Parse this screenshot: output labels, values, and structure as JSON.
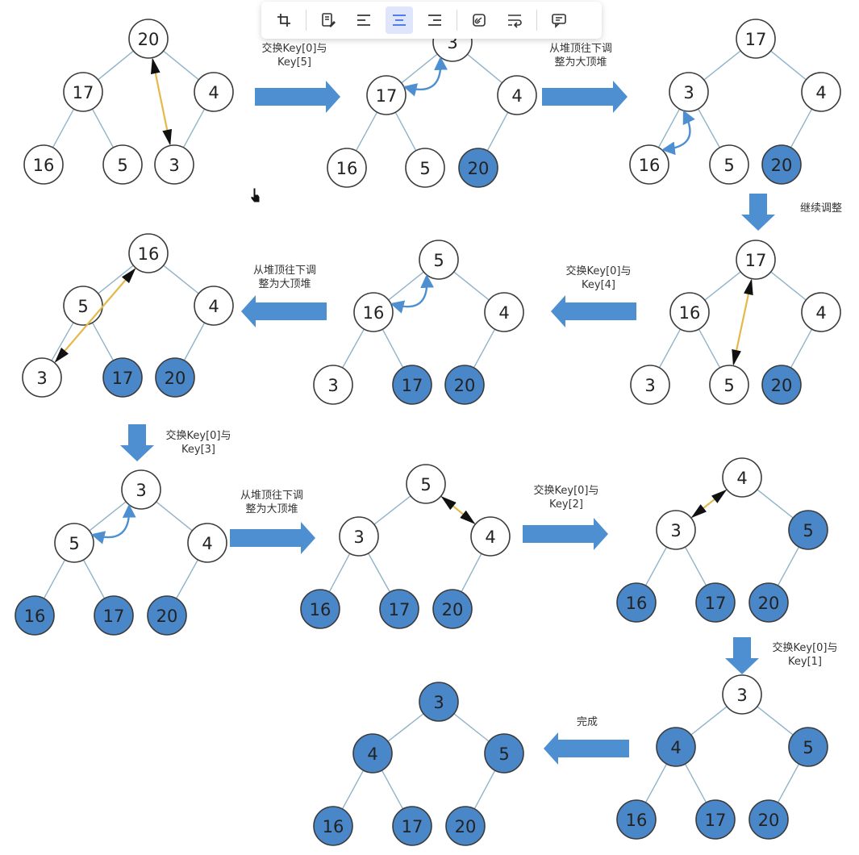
{
  "colors": {
    "node_fill": "#ffffff",
    "node_done": "#4a87c9",
    "arrow": "#4d8fd1",
    "edge": "#8fb3c9",
    "swap": "#e4b94a",
    "curve": "#4d8fd1"
  },
  "toolbar": {
    "buttons": [
      {
        "name": "crop-icon",
        "active": false
      },
      {
        "name": "edit-note-icon",
        "active": false
      },
      {
        "name": "align-left-icon",
        "active": false
      },
      {
        "name": "align-center-icon",
        "active": true
      },
      {
        "name": "align-right-icon",
        "active": false
      },
      {
        "name": "link-icon",
        "active": false
      },
      {
        "name": "text-wrap-icon",
        "active": false
      },
      {
        "name": "comment-icon",
        "active": false
      }
    ]
  },
  "trees": [
    {
      "values": [
        "20",
        "17",
        "4",
        "16",
        "5",
        "3"
      ],
      "done": [
        false,
        false,
        false,
        false,
        false,
        false
      ]
    },
    {
      "values": [
        "3",
        "17",
        "4",
        "16",
        "5",
        "20"
      ],
      "done": [
        false,
        false,
        false,
        false,
        false,
        true
      ]
    },
    {
      "values": [
        "17",
        "3",
        "4",
        "16",
        "5",
        "20"
      ],
      "done": [
        false,
        false,
        false,
        false,
        false,
        true
      ]
    },
    {
      "values": [
        "17",
        "16",
        "4",
        "3",
        "5",
        "20"
      ],
      "done": [
        false,
        false,
        false,
        false,
        false,
        true
      ]
    },
    {
      "values": [
        "5",
        "16",
        "4",
        "3",
        "17",
        "20"
      ],
      "done": [
        false,
        false,
        false,
        false,
        true,
        true
      ]
    },
    {
      "values": [
        "16",
        "5",
        "4",
        "3",
        "17",
        "20"
      ],
      "done": [
        false,
        false,
        false,
        false,
        true,
        true
      ]
    },
    {
      "values": [
        "3",
        "5",
        "4",
        "16",
        "17",
        "20"
      ],
      "done": [
        false,
        false,
        false,
        true,
        true,
        true
      ]
    },
    {
      "values": [
        "5",
        "3",
        "4",
        "16",
        "17",
        "20"
      ],
      "done": [
        false,
        false,
        false,
        true,
        true,
        true
      ]
    },
    {
      "values": [
        "4",
        "3",
        "5",
        "16",
        "17",
        "20"
      ],
      "done": [
        false,
        false,
        true,
        true,
        true,
        true
      ]
    },
    {
      "values": [
        "3",
        "4",
        "5",
        "16",
        "17",
        "20"
      ],
      "done": [
        false,
        true,
        true,
        true,
        true,
        true
      ]
    },
    {
      "values": [
        "3",
        "4",
        "5",
        "16",
        "17",
        "20"
      ],
      "done": [
        true,
        true,
        true,
        true,
        true,
        true
      ]
    }
  ],
  "steps": [
    {
      "lines": [
        "交换Key[0]与",
        "Key[5]"
      ]
    },
    {
      "lines": [
        "从堆顶往下调",
        "整为大顶堆"
      ]
    },
    {
      "lines": [
        "继续调整"
      ]
    },
    {
      "lines": [
        "交换Key[0]与",
        "Key[4]"
      ]
    },
    {
      "lines": [
        "从堆顶往下调",
        "整为大顶堆"
      ]
    },
    {
      "lines": [
        "交换Key[0]与",
        "Key[3]"
      ]
    },
    {
      "lines": [
        "从堆顶往下调",
        "整为大顶堆"
      ]
    },
    {
      "lines": [
        "交换Key[0]与",
        "Key[2]"
      ]
    },
    {
      "lines": [
        "交换Key[0]与",
        "Key[1]"
      ]
    },
    {
      "lines": [
        "完成"
      ]
    }
  ]
}
